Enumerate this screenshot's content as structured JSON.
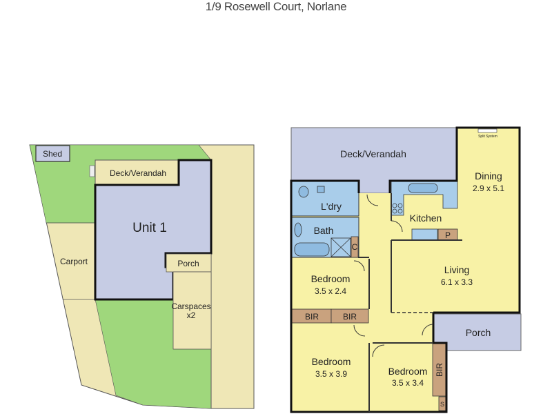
{
  "title": "1/9 Rosewell Court, Norlane",
  "colors": {
    "room_yellow": "#f8f2a6",
    "wet_blue": "#a9cdea",
    "deck_blue": "#c6cce4",
    "garden_green": "#9fd77c",
    "paving_beige": "#efe7b6",
    "robe_brown": "#c9a27e",
    "wall": "#111111"
  },
  "site_plan": {
    "shed": "Shed",
    "deck": "Deck/Verandah",
    "unit": "Unit 1",
    "porch": "Porch",
    "carport": "Carport",
    "carspaces_line1": "Carspaces",
    "carspaces_line2": "x2"
  },
  "floor_plan": {
    "deck": "Deck/Verandah",
    "split_system": "Split System",
    "dining": {
      "name": "Dining",
      "size": "2.9 x 5.1"
    },
    "laundry": "L'dry",
    "bath": "Bath",
    "kitchen": "Kitchen",
    "pantry": "P",
    "cupboard": "C",
    "living": {
      "name": "Living",
      "size": "6.1 x 3.3"
    },
    "bedroom1": {
      "name": "Bedroom",
      "size": "3.5 x 2.4"
    },
    "bir1": "BIR",
    "bir2": "BIR",
    "porch": "Porch",
    "bedroom2": {
      "name": "Bedroom",
      "size": "3.5 x 3.9"
    },
    "bedroom3": {
      "name": "Bedroom",
      "size": "3.5 x 3.4"
    },
    "bir3": "BIR",
    "store": "S"
  }
}
